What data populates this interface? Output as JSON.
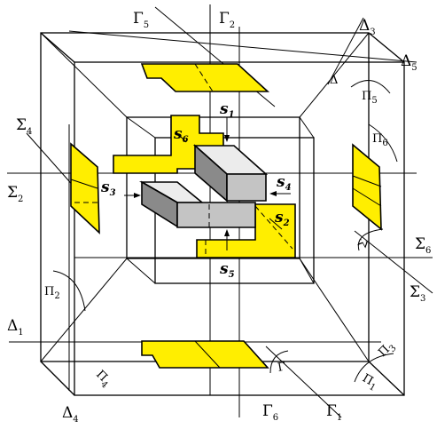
{
  "figure": {
    "planes": {
      "gamma5": {
        "main": "Γ",
        "sub": "5"
      },
      "gamma2": {
        "main": "Γ",
        "sub": "2"
      },
      "gamma6": {
        "main": "Γ",
        "sub": "6"
      },
      "gamma1": {
        "main": "Γ",
        "sub": "1"
      },
      "delta3": {
        "main": "Δ",
        "sub": "3"
      },
      "delta5": {
        "main": "Δ",
        "sub": "5"
      },
      "delta1": {
        "main": "Δ",
        "sub": "1"
      },
      "delta4": {
        "main": "Δ",
        "sub": "4"
      },
      "sigma4": {
        "main": "Σ",
        "sub": "4"
      },
      "sigma2": {
        "main": "Σ",
        "sub": "2"
      },
      "sigma6": {
        "main": "Σ",
        "sub": "6"
      },
      "sigma3": {
        "main": "Σ",
        "sub": "3"
      }
    },
    "corner_marks": {
      "delta_inner": {
        "main": "Δ",
        "sub": ""
      },
      "pi5": {
        "main": "Π",
        "sub": "5"
      },
      "pi6": {
        "main": "Π",
        "sub": "6"
      },
      "pi2": {
        "main": "Π",
        "sub": "2"
      },
      "pi4": {
        "main": "Π",
        "sub": "4"
      },
      "pi3": {
        "main": "Π",
        "sub": "3"
      },
      "pi1": {
        "main": "Π",
        "sub": "1"
      },
      "gamma_inner": {
        "main": "Γ",
        "sub": ""
      },
      "sigma_inner": {
        "main": "Σ",
        "sub": ""
      }
    },
    "views": {
      "s1": {
        "main": "s",
        "sub": "1"
      },
      "s2": {
        "main": "s",
        "sub": "2"
      },
      "s3": {
        "main": "s",
        "sub": "3"
      },
      "s4": {
        "main": "s",
        "sub": "4"
      },
      "s5": {
        "main": "s",
        "sub": "5"
      },
      "s6": {
        "main": "s",
        "sub": "6"
      }
    },
    "colors": {
      "projection_fill": "#ffee00",
      "object_light": "#ececec",
      "object_mid": "#c4c4c4",
      "object_dark": "#8a8a8a",
      "line": "#000000"
    }
  }
}
